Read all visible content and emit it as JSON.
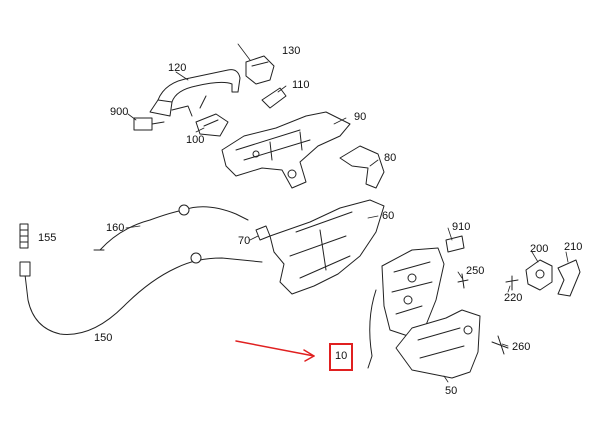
{
  "labels": {
    "p10": "10",
    "p50": "50",
    "p60": "60",
    "p70": "70",
    "p80": "80",
    "p90": "90",
    "p100": "100",
    "p110": "110",
    "p120": "120",
    "p130": "130",
    "p150": "150",
    "p155": "155",
    "p160": "160",
    "p200": "200",
    "p210": "210",
    "p220": "220",
    "p250": "250",
    "p260": "260",
    "p900": "900",
    "p910": "910"
  },
  "colors": {
    "line": "#222222",
    "highlight": "#e02020",
    "fill": "#ffffff"
  }
}
